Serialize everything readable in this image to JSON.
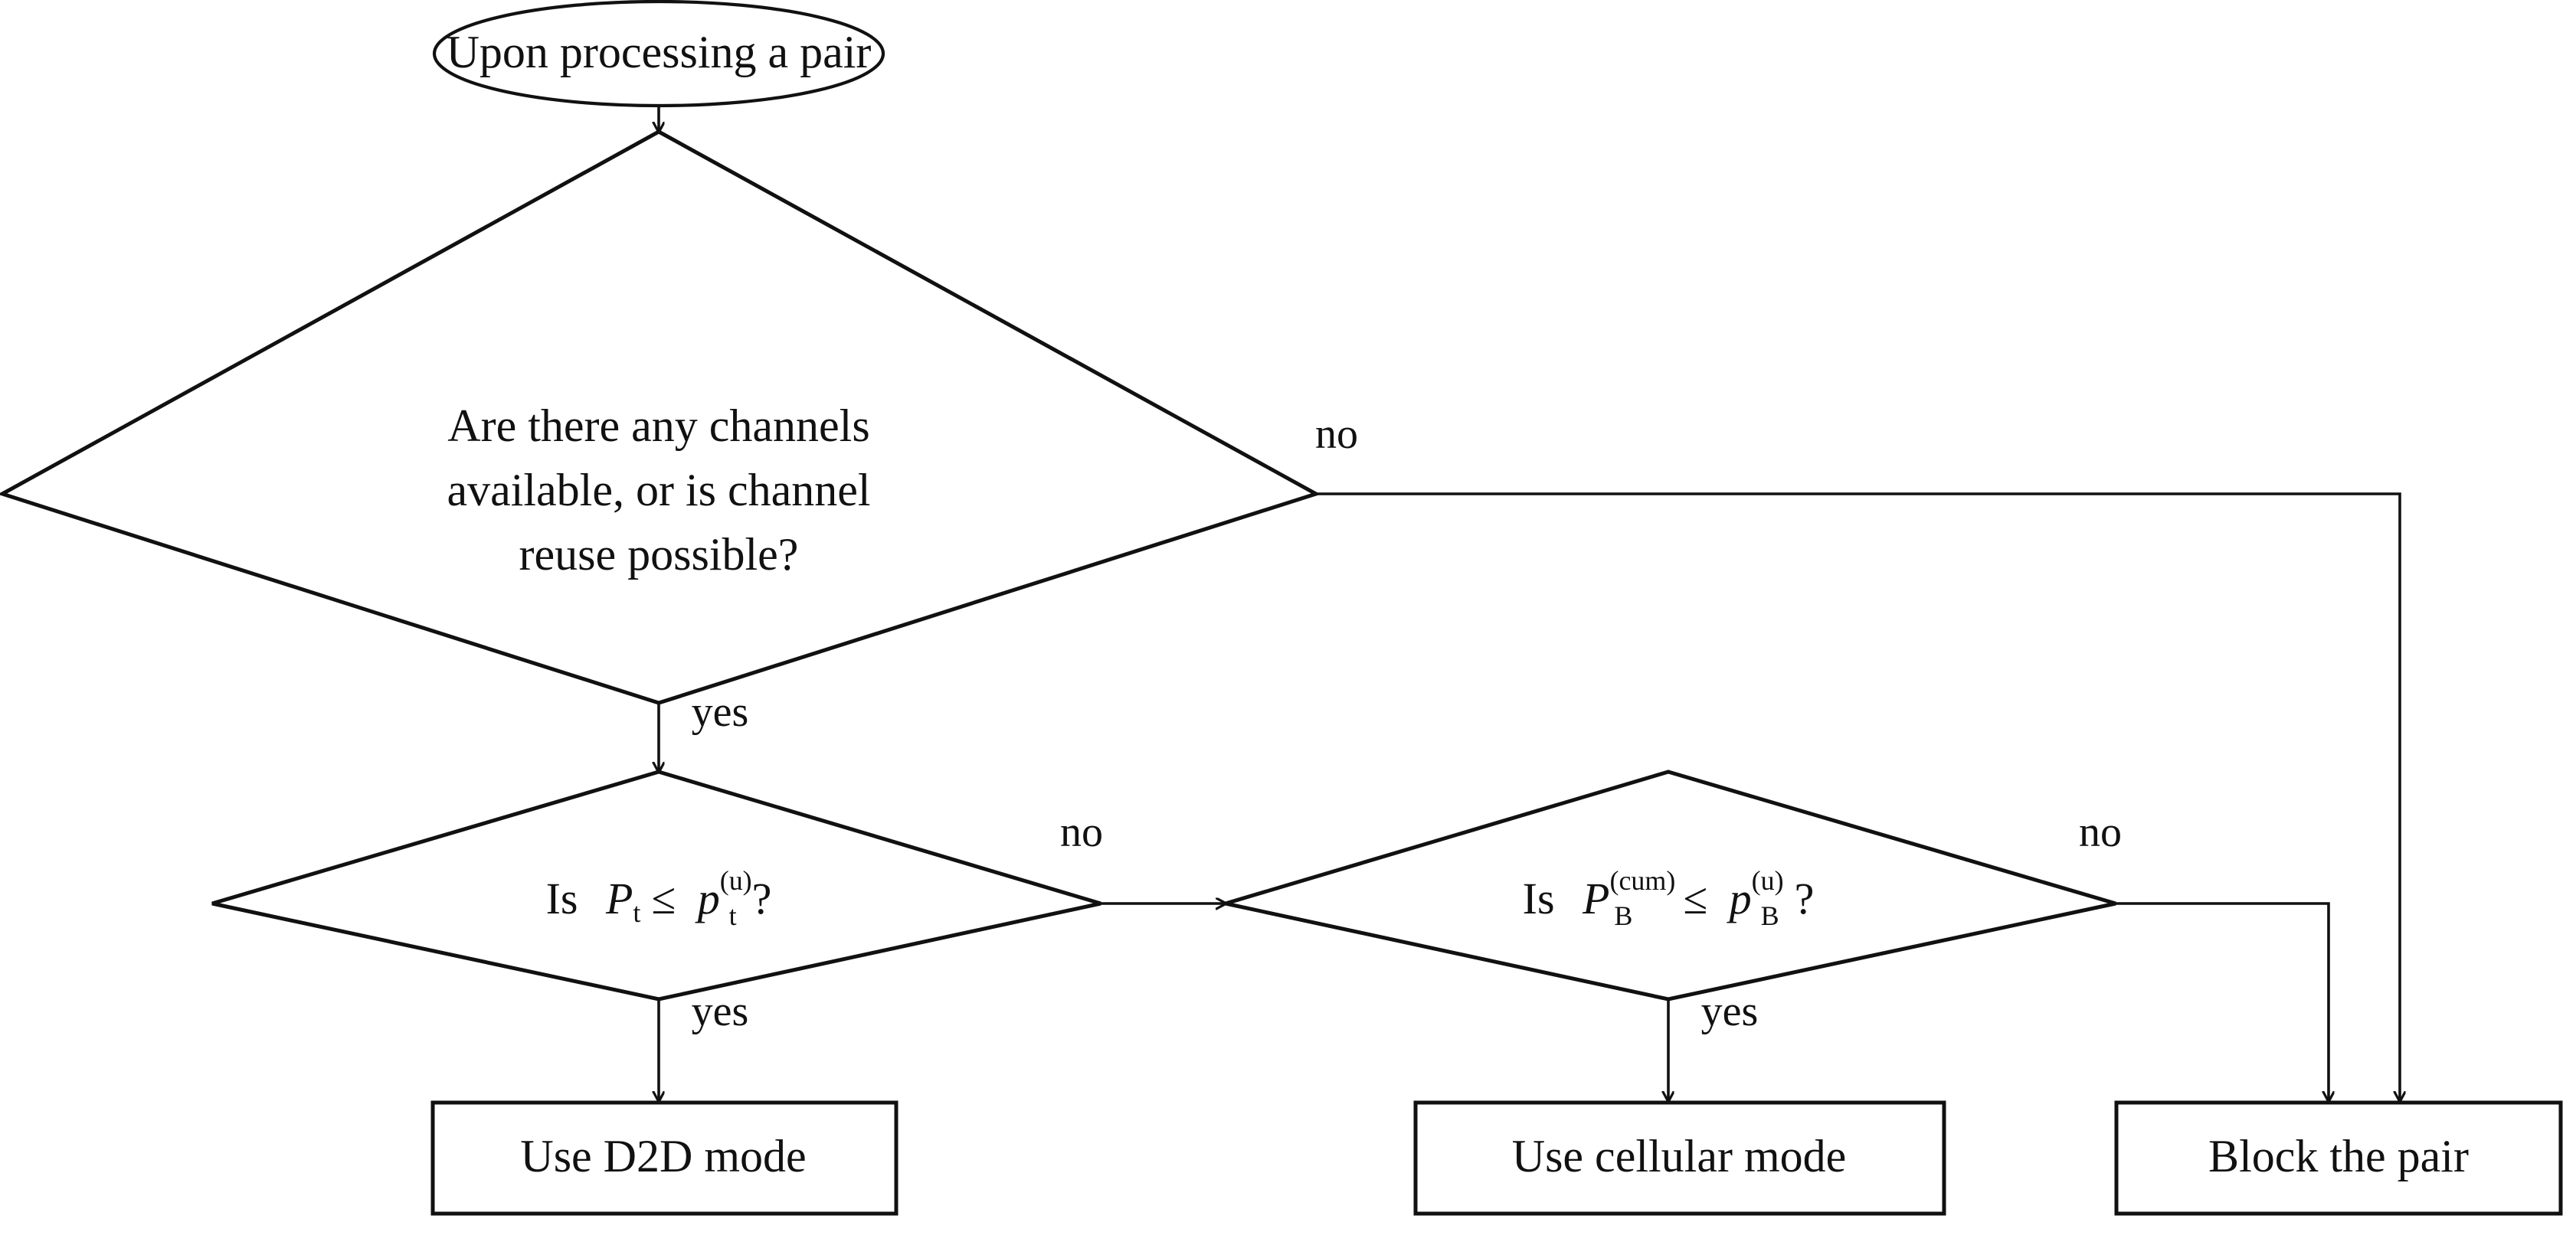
{
  "diagram": {
    "title": "D2D mode selection flowchart",
    "background_color": "#ffffff",
    "stroke_color": "#111111"
  },
  "nodes": {
    "start": {
      "type": "oval",
      "label": "Upon processing a pair"
    },
    "decision_channels": {
      "type": "diamond",
      "label_line1": "Are there any channels",
      "label_line2": "available, or is channel",
      "label_line3": "reuse possible?"
    },
    "decision_pt": {
      "type": "diamond",
      "label_prefix": "Is",
      "lhs_base": "P",
      "lhs_sub": "t",
      "operator": "≤",
      "rhs_base": "p",
      "rhs_sub": "t",
      "rhs_sup": "(u)",
      "label_suffix": "?"
    },
    "decision_pb": {
      "type": "diamond",
      "label_prefix": "Is",
      "lhs_base": "P",
      "lhs_sub": "B",
      "lhs_sup": "(cum)",
      "operator": "≤",
      "rhs_base": "p",
      "rhs_sub": "B",
      "rhs_sup": "(u)",
      "label_suffix": "?"
    },
    "use_d2d": {
      "type": "rect",
      "label": "Use D2D mode"
    },
    "use_cellular": {
      "type": "rect",
      "label": "Use cellular mode"
    },
    "block_pair": {
      "type": "rect",
      "label": "Block the pair"
    }
  },
  "edge_labels": {
    "channels_no": "no",
    "channels_yes": "yes",
    "pt_no": "no",
    "pt_yes": "yes",
    "pb_no": "no",
    "pb_yes": "yes"
  }
}
